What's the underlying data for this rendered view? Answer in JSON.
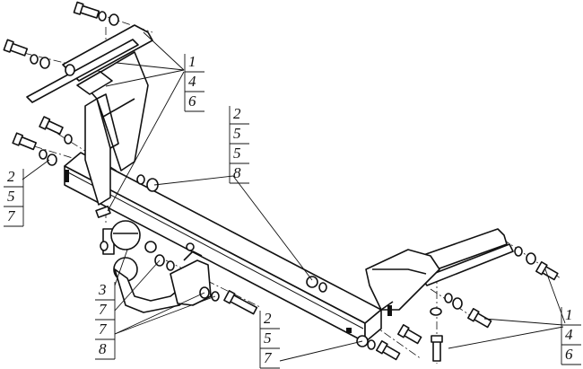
{
  "callouts": [
    {
      "id": "top-right",
      "lines": [
        "1",
        "4",
        "6"
      ]
    },
    {
      "id": "left",
      "lines": [
        "2",
        "5",
        "7"
      ]
    },
    {
      "id": "center",
      "lines": [
        "2",
        "5",
        "5",
        "8"
      ]
    },
    {
      "id": "bottom-left",
      "lines": [
        "3",
        "7",
        "7",
        "8"
      ]
    },
    {
      "id": "bottom-center",
      "lines": [
        "2",
        "5",
        "7"
      ]
    },
    {
      "id": "bottom-right",
      "lines": [
        "1",
        "4",
        "6"
      ]
    }
  ]
}
